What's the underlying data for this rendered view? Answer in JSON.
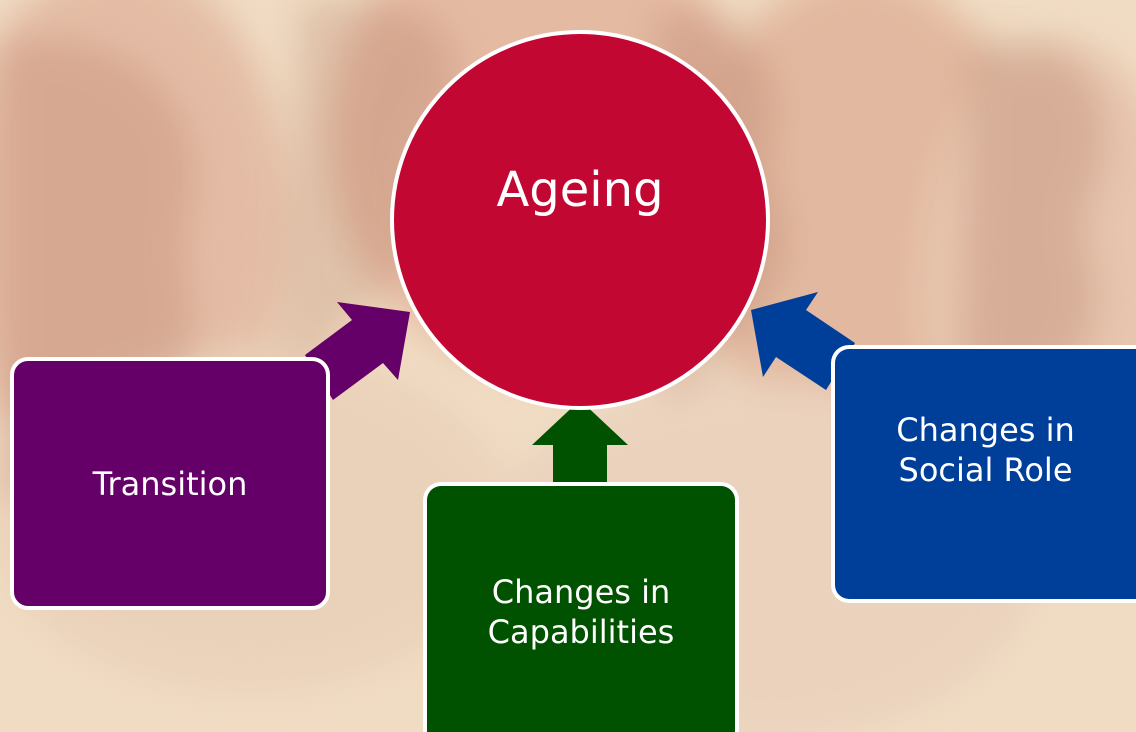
{
  "diagram": {
    "center": {
      "label": "Ageing",
      "fill": "#c20733"
    },
    "nodes": [
      {
        "id": "transition",
        "label": "Transition",
        "fill": "#640067"
      },
      {
        "id": "capabilities",
        "label": "Changes in Capabilities",
        "fill": "#005100"
      },
      {
        "id": "social-role",
        "label": "Changes in Social Role",
        "fill": "#003f99"
      }
    ],
    "edges": [
      {
        "from": "transition",
        "to": "center"
      },
      {
        "from": "capabilities",
        "to": "center"
      },
      {
        "from": "social-role",
        "to": "center"
      }
    ]
  },
  "colors": {
    "background": "#f1dcc3",
    "border": "#ffffff",
    "text": "#ffffff"
  }
}
